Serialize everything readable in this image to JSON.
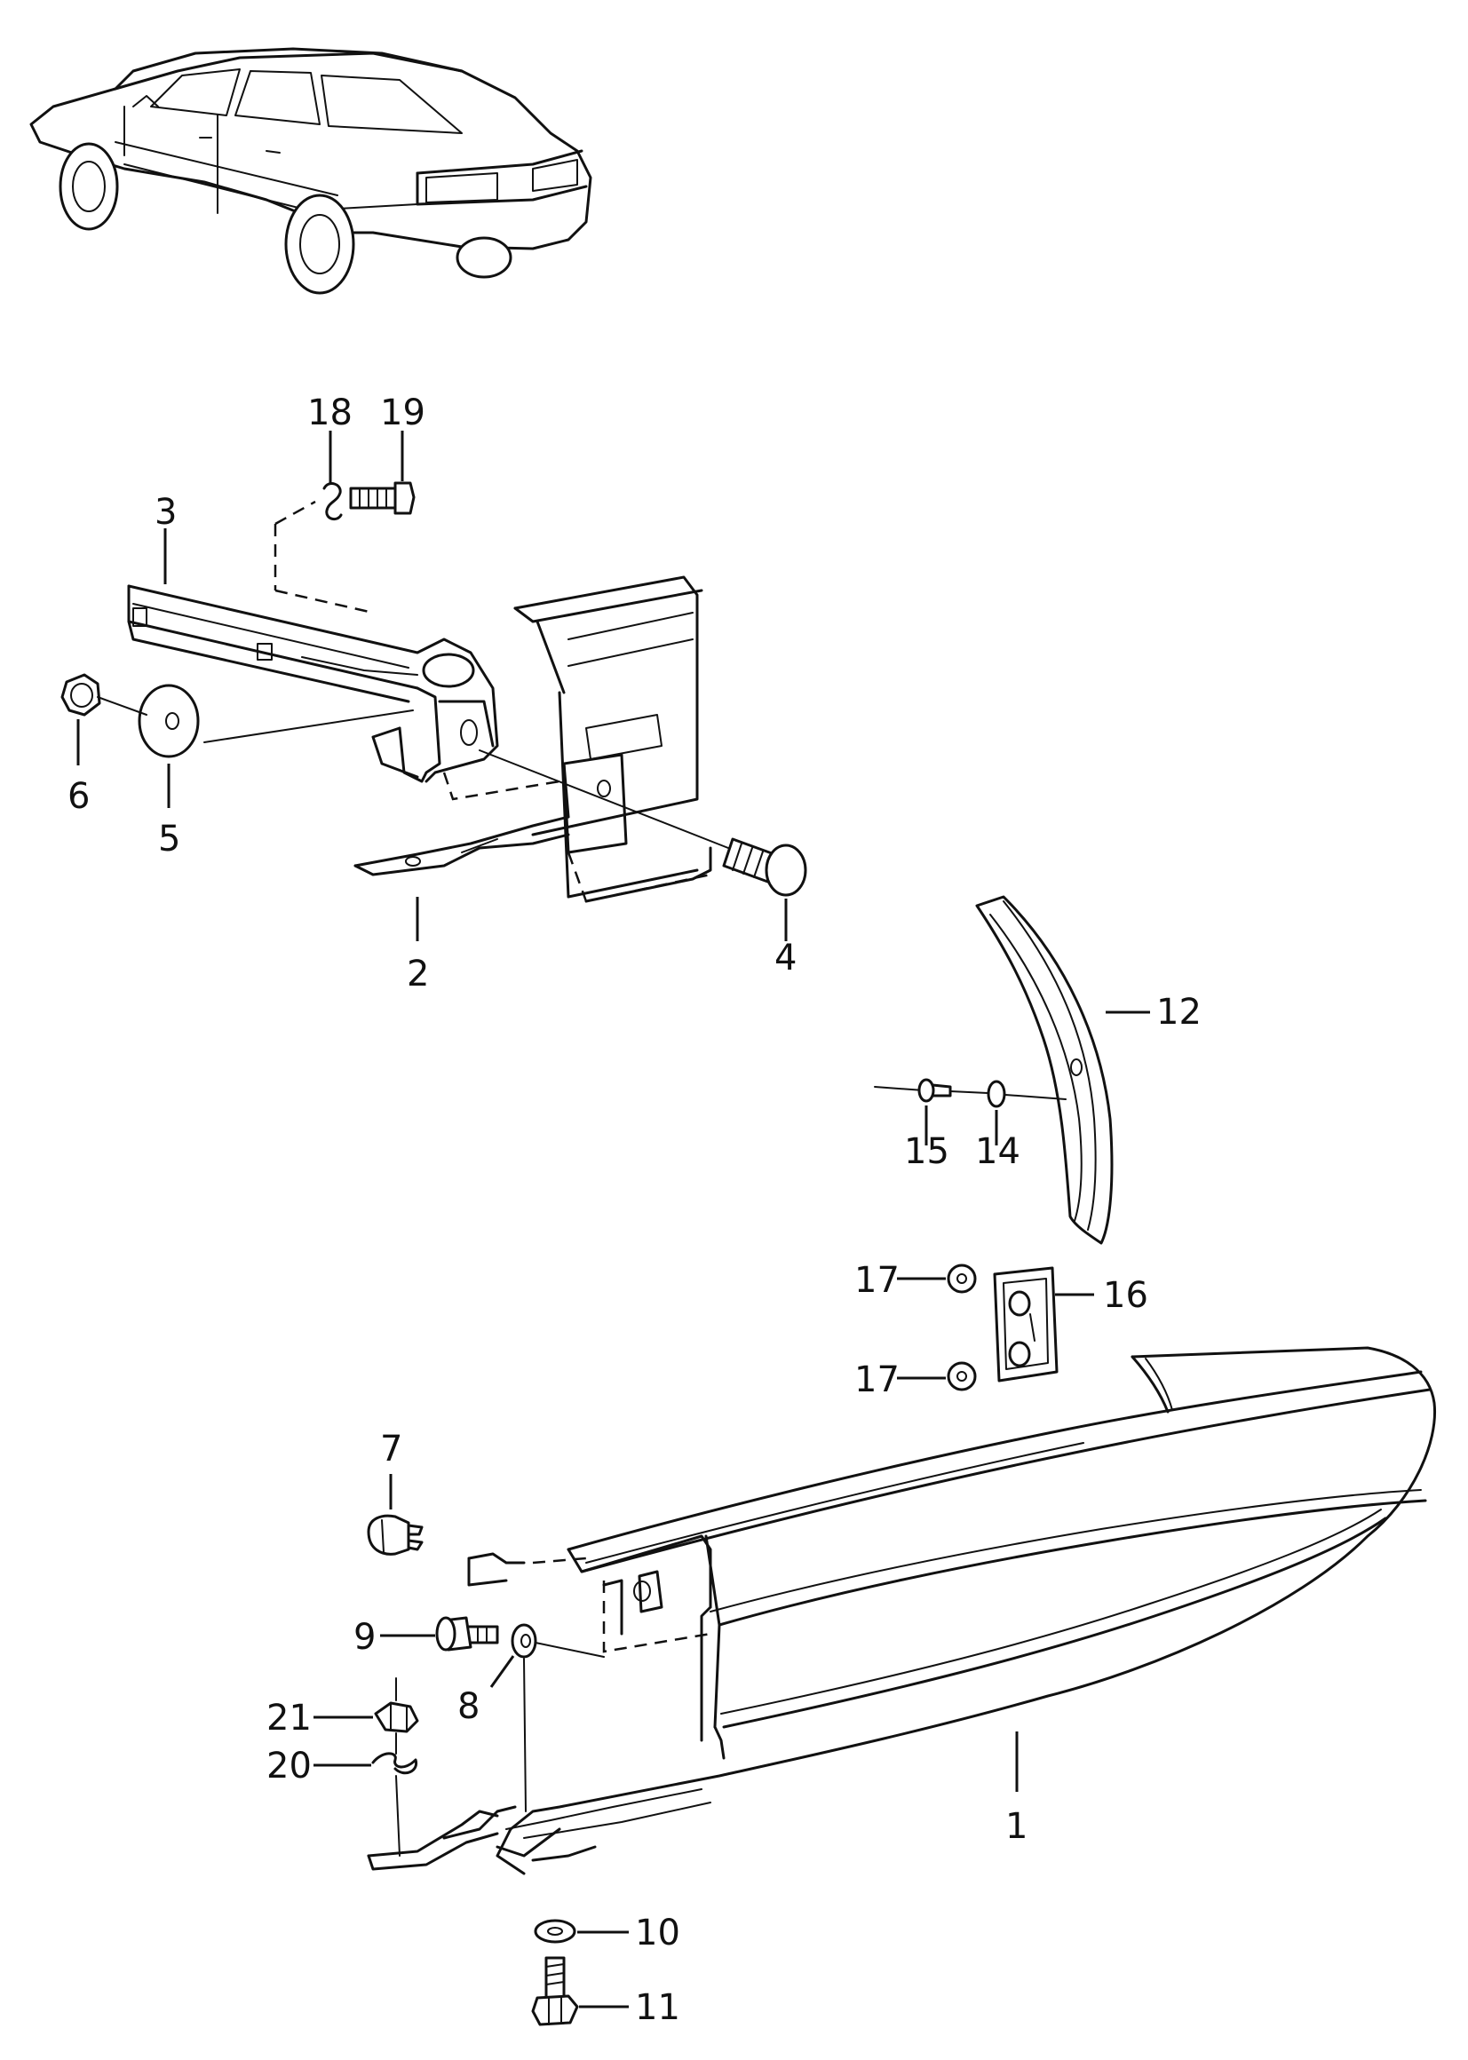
{
  "callouts": [
    {
      "id": "1",
      "text": "1"
    },
    {
      "id": "2",
      "text": "2"
    },
    {
      "id": "3",
      "text": "3"
    },
    {
      "id": "4",
      "text": "4"
    },
    {
      "id": "5",
      "text": "5"
    },
    {
      "id": "6",
      "text": "6"
    },
    {
      "id": "7",
      "text": "7"
    },
    {
      "id": "8",
      "text": "8"
    },
    {
      "id": "9",
      "text": "9"
    },
    {
      "id": "10",
      "text": "10"
    },
    {
      "id": "11",
      "text": "11"
    },
    {
      "id": "12",
      "text": "12"
    },
    {
      "id": "14",
      "text": "14"
    },
    {
      "id": "15",
      "text": "15"
    },
    {
      "id": "16",
      "text": "16"
    },
    {
      "id": "17a",
      "text": "17"
    },
    {
      "id": "17b",
      "text": "17"
    },
    {
      "id": "18",
      "text": "18"
    },
    {
      "id": "19",
      "text": "19"
    },
    {
      "id": "20",
      "text": "20"
    },
    {
      "id": "21",
      "text": "21"
    }
  ]
}
